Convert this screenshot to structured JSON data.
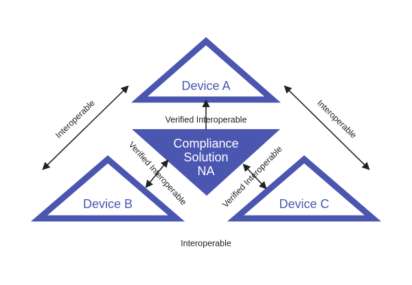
{
  "colors": {
    "primary": "#4a56b0",
    "text": "#222222",
    "background": "#ffffff"
  },
  "devices": {
    "a": "Device A",
    "b": "Device B",
    "c": "Device C"
  },
  "center": {
    "line1": "Compliance",
    "line2": "Solution",
    "line3": "NA"
  },
  "labels": {
    "interop_left": "Interoperable",
    "interop_right": "Interoperable",
    "interop_bottom": "Interoperable",
    "verified_top": "Verified Interoperable",
    "verified_left": "Verified Interoperable",
    "verified_right": "Verified Interoperable"
  }
}
